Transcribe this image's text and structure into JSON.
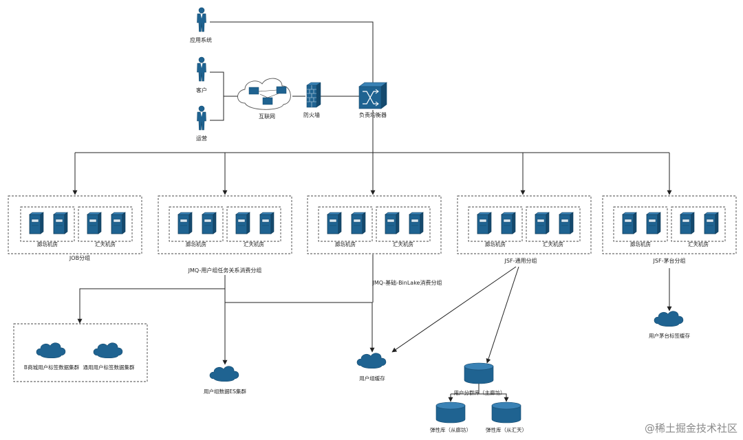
{
  "actors": {
    "app_system": "应用系统",
    "customer": "客户",
    "operations": "运营"
  },
  "network": {
    "internet": "互联网",
    "firewall": "防火墙",
    "load_balancer": "负责均衡器"
  },
  "groups": {
    "job": {
      "name": "JOB分组",
      "room_a": "廊坊机房",
      "room_b": "汇天机房"
    },
    "jmq_user_task": {
      "name": "JMQ-用户组任务关系消费分组",
      "room_a": "廊坊机房",
      "room_b": "汇天机房"
    },
    "jmq_binlake": {
      "name": "JMQ-基础-BinLake消费分组",
      "room_a": "廊坊机房",
      "room_b": "汇天机房"
    },
    "jsf_general": {
      "name": "JSF-通用分组",
      "room_a": "廊坊机房",
      "room_b": "汇天机房"
    },
    "jsf_moutai": {
      "name": "JSF-茅台分组",
      "room_a": "廊坊机房",
      "room_b": "汇天机房"
    }
  },
  "stores": {
    "b_mall_cluster": "B商城用户标签数据集群",
    "general_cluster": "通用用户标签数据集群",
    "es_cluster": "用户组数据ES集群",
    "user_group_cache": "用户组缓存",
    "moutai_cache": "用户茅台标签缓存",
    "user_group_db_master": "用户分群库（主廊坊）",
    "elastic_db_langfang": "弹性库（从廊坊）",
    "elastic_db_huitian": "弹性库（从汇天）"
  },
  "watermark": "@稀土掘金技术社区",
  "colors": {
    "icon_fill": "#1f6391",
    "icon_dark": "#154a6e",
    "line": "#222222",
    "text": "#222222"
  }
}
